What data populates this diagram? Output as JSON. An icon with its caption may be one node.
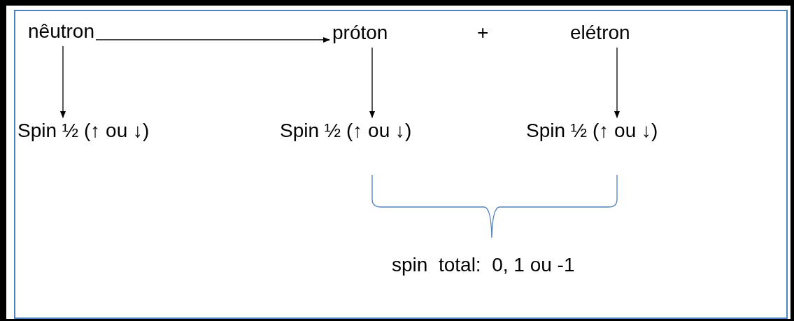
{
  "diagram": {
    "nodes": [
      {
        "text": [
          "nêutron"
        ]
      },
      {
        "text": [
          "próton"
        ]
      },
      {
        "text": [
          "elétron"
        ]
      },
      {
        "text": [
          "Spin ½ (↑ ou ↓)"
        ]
      },
      {
        "text": [
          "Spin ½ (↑ ou ↓)"
        ]
      },
      {
        "text": [
          "Spin ½ (↑ ou ↓)"
        ]
      }
    ],
    "edges": [
      {
        "from": 0,
        "to": 1,
        "arrow": "to"
      },
      {
        "from": 0,
        "to": 3,
        "arrow": "to"
      },
      {
        "from": 1,
        "to": 4,
        "arrow": "to"
      },
      {
        "from": 2,
        "to": 5,
        "arrow": "to"
      }
    ],
    "labels": [
      "+",
      "spin  total:  0, 1 ou -1"
    ]
  }
}
